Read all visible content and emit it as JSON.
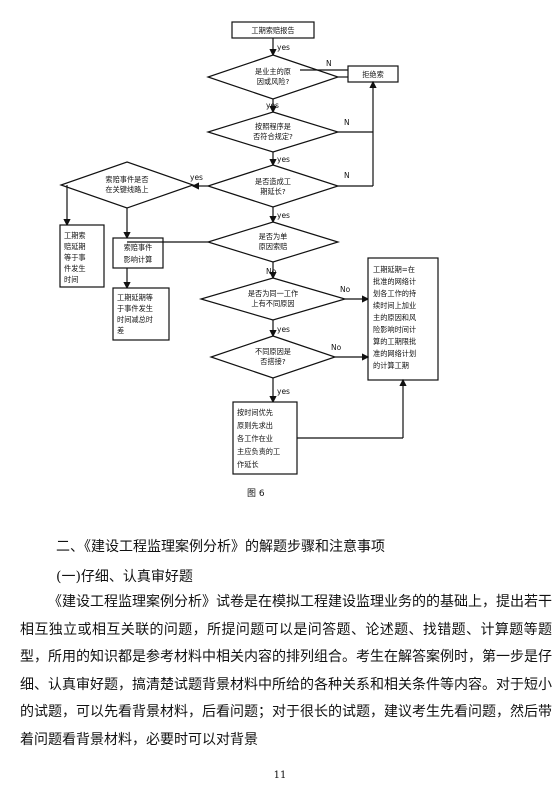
{
  "flowchart": {
    "start": "工期索赔报告",
    "q1": [
      "是业主的原",
      "因或风险?"
    ],
    "refuse": "拒绝索",
    "q2": [
      "按照程序是",
      "否符合规定?"
    ],
    "q3": [
      "是否造成工",
      "期延长?"
    ],
    "q4": [
      "索赔事件是否",
      "在关键线路上"
    ],
    "left_result": [
      "工期索",
      "赔延期",
      "等于事",
      "件发生",
      "时间"
    ],
    "calc": [
      "索赔事件",
      "影响计算"
    ],
    "reduce": [
      "工期延期等",
      "于事件发生",
      "时间减总时",
      "差"
    ],
    "q5": [
      "是否为单",
      "原因索赔"
    ],
    "q6": [
      "是否为同一工作",
      "上有不同原因"
    ],
    "q7": [
      "不同原因是",
      "否搭接?"
    ],
    "right_result": [
      "工期延期=在",
      "批准的网络计",
      "划各工作的持",
      "续时间上加业",
      "主的原因和风",
      "险影响时间计",
      "算的工期限批",
      "准的网络计划",
      "的计算工期"
    ],
    "bottom": [
      "按时间优先",
      "原则先求出",
      "各工作在业",
      "主应负责的工",
      "作延长"
    ],
    "labels": {
      "yes": "yes",
      "no_cap": "No",
      "n": "N"
    },
    "caption": "图 6"
  },
  "section_heading": "二、《建设工程监理案例分析》的解题步骤和注意事项",
  "sub_heading": "(一)仔细、认真审好题",
  "paragraph": "《建设工程监理案例分析》试卷是在模拟工程建设监理业务的的基础上，提出若干相互独立或相互关联的问题，所提问题可以是问答题、论述题、找错题、计算题等题型，所用的知识都是参考材料中相关内容的排列组合。考生在解答案例时，第一步是仔细、认真审好题，搞清楚试题背景材料中所给的各种关系和相关条件等内容。对于短小的试题，可以先看背景材料，后看问题；对于很长的试题，建议考生先看问题，然后带着问题看背景材料，必要时可以对背景",
  "page_number": "11"
}
